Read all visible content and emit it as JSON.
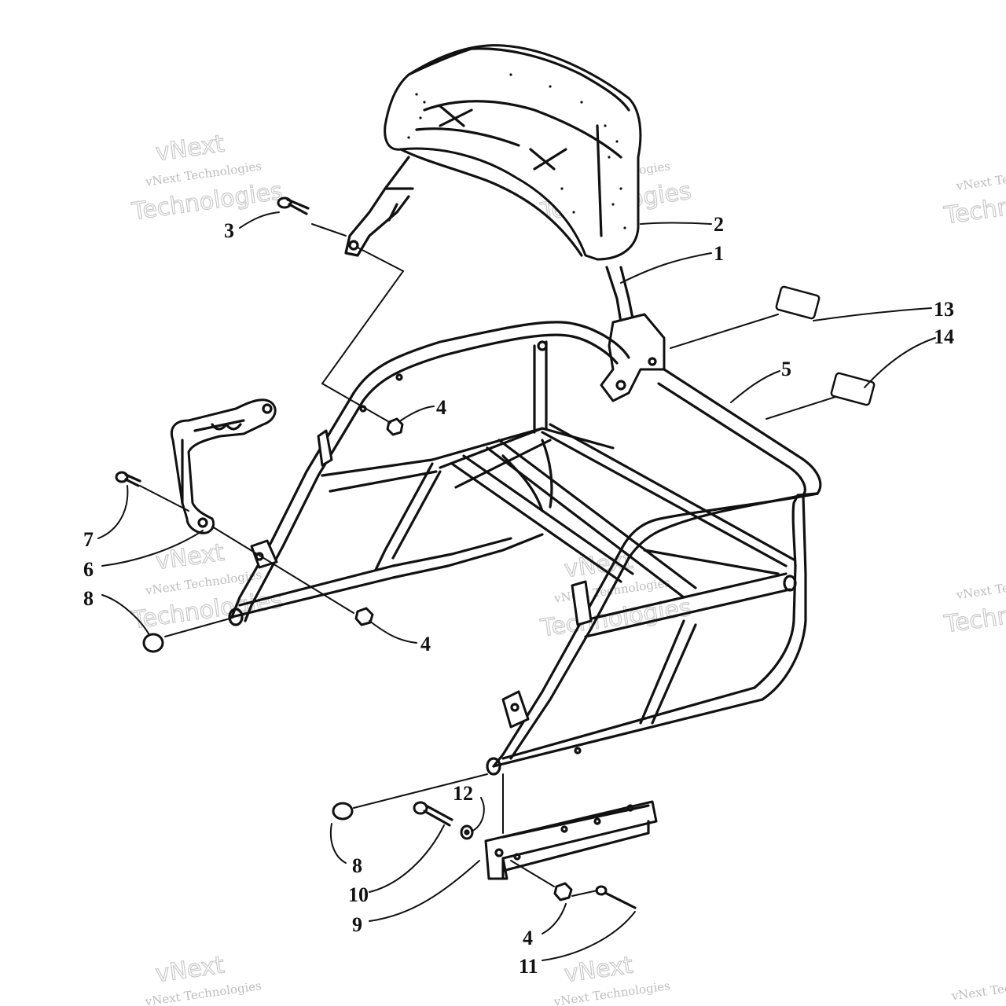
{
  "callouts": [
    {
      "id": "c1",
      "label": "1"
    },
    {
      "id": "c2",
      "label": "2"
    },
    {
      "id": "c3",
      "label": "3"
    },
    {
      "id": "c4a",
      "label": "4"
    },
    {
      "id": "c4b",
      "label": "4"
    },
    {
      "id": "c4c",
      "label": "4"
    },
    {
      "id": "c5",
      "label": "5"
    },
    {
      "id": "c6",
      "label": "6"
    },
    {
      "id": "c7",
      "label": "7"
    },
    {
      "id": "c8a",
      "label": "8"
    },
    {
      "id": "c8b",
      "label": "8"
    },
    {
      "id": "c9",
      "label": "9"
    },
    {
      "id": "c10",
      "label": "10"
    },
    {
      "id": "c11",
      "label": "11"
    },
    {
      "id": "c12",
      "label": "12"
    },
    {
      "id": "c13",
      "label": "13"
    },
    {
      "id": "c14",
      "label": "14"
    }
  ],
  "watermark": {
    "line1": "vNext Technologies",
    "line2": "Technologies",
    "line3": "vNext"
  },
  "colors": {
    "ink": "#111111",
    "watermark": "#c9c9c9",
    "background": "#ffffff"
  }
}
